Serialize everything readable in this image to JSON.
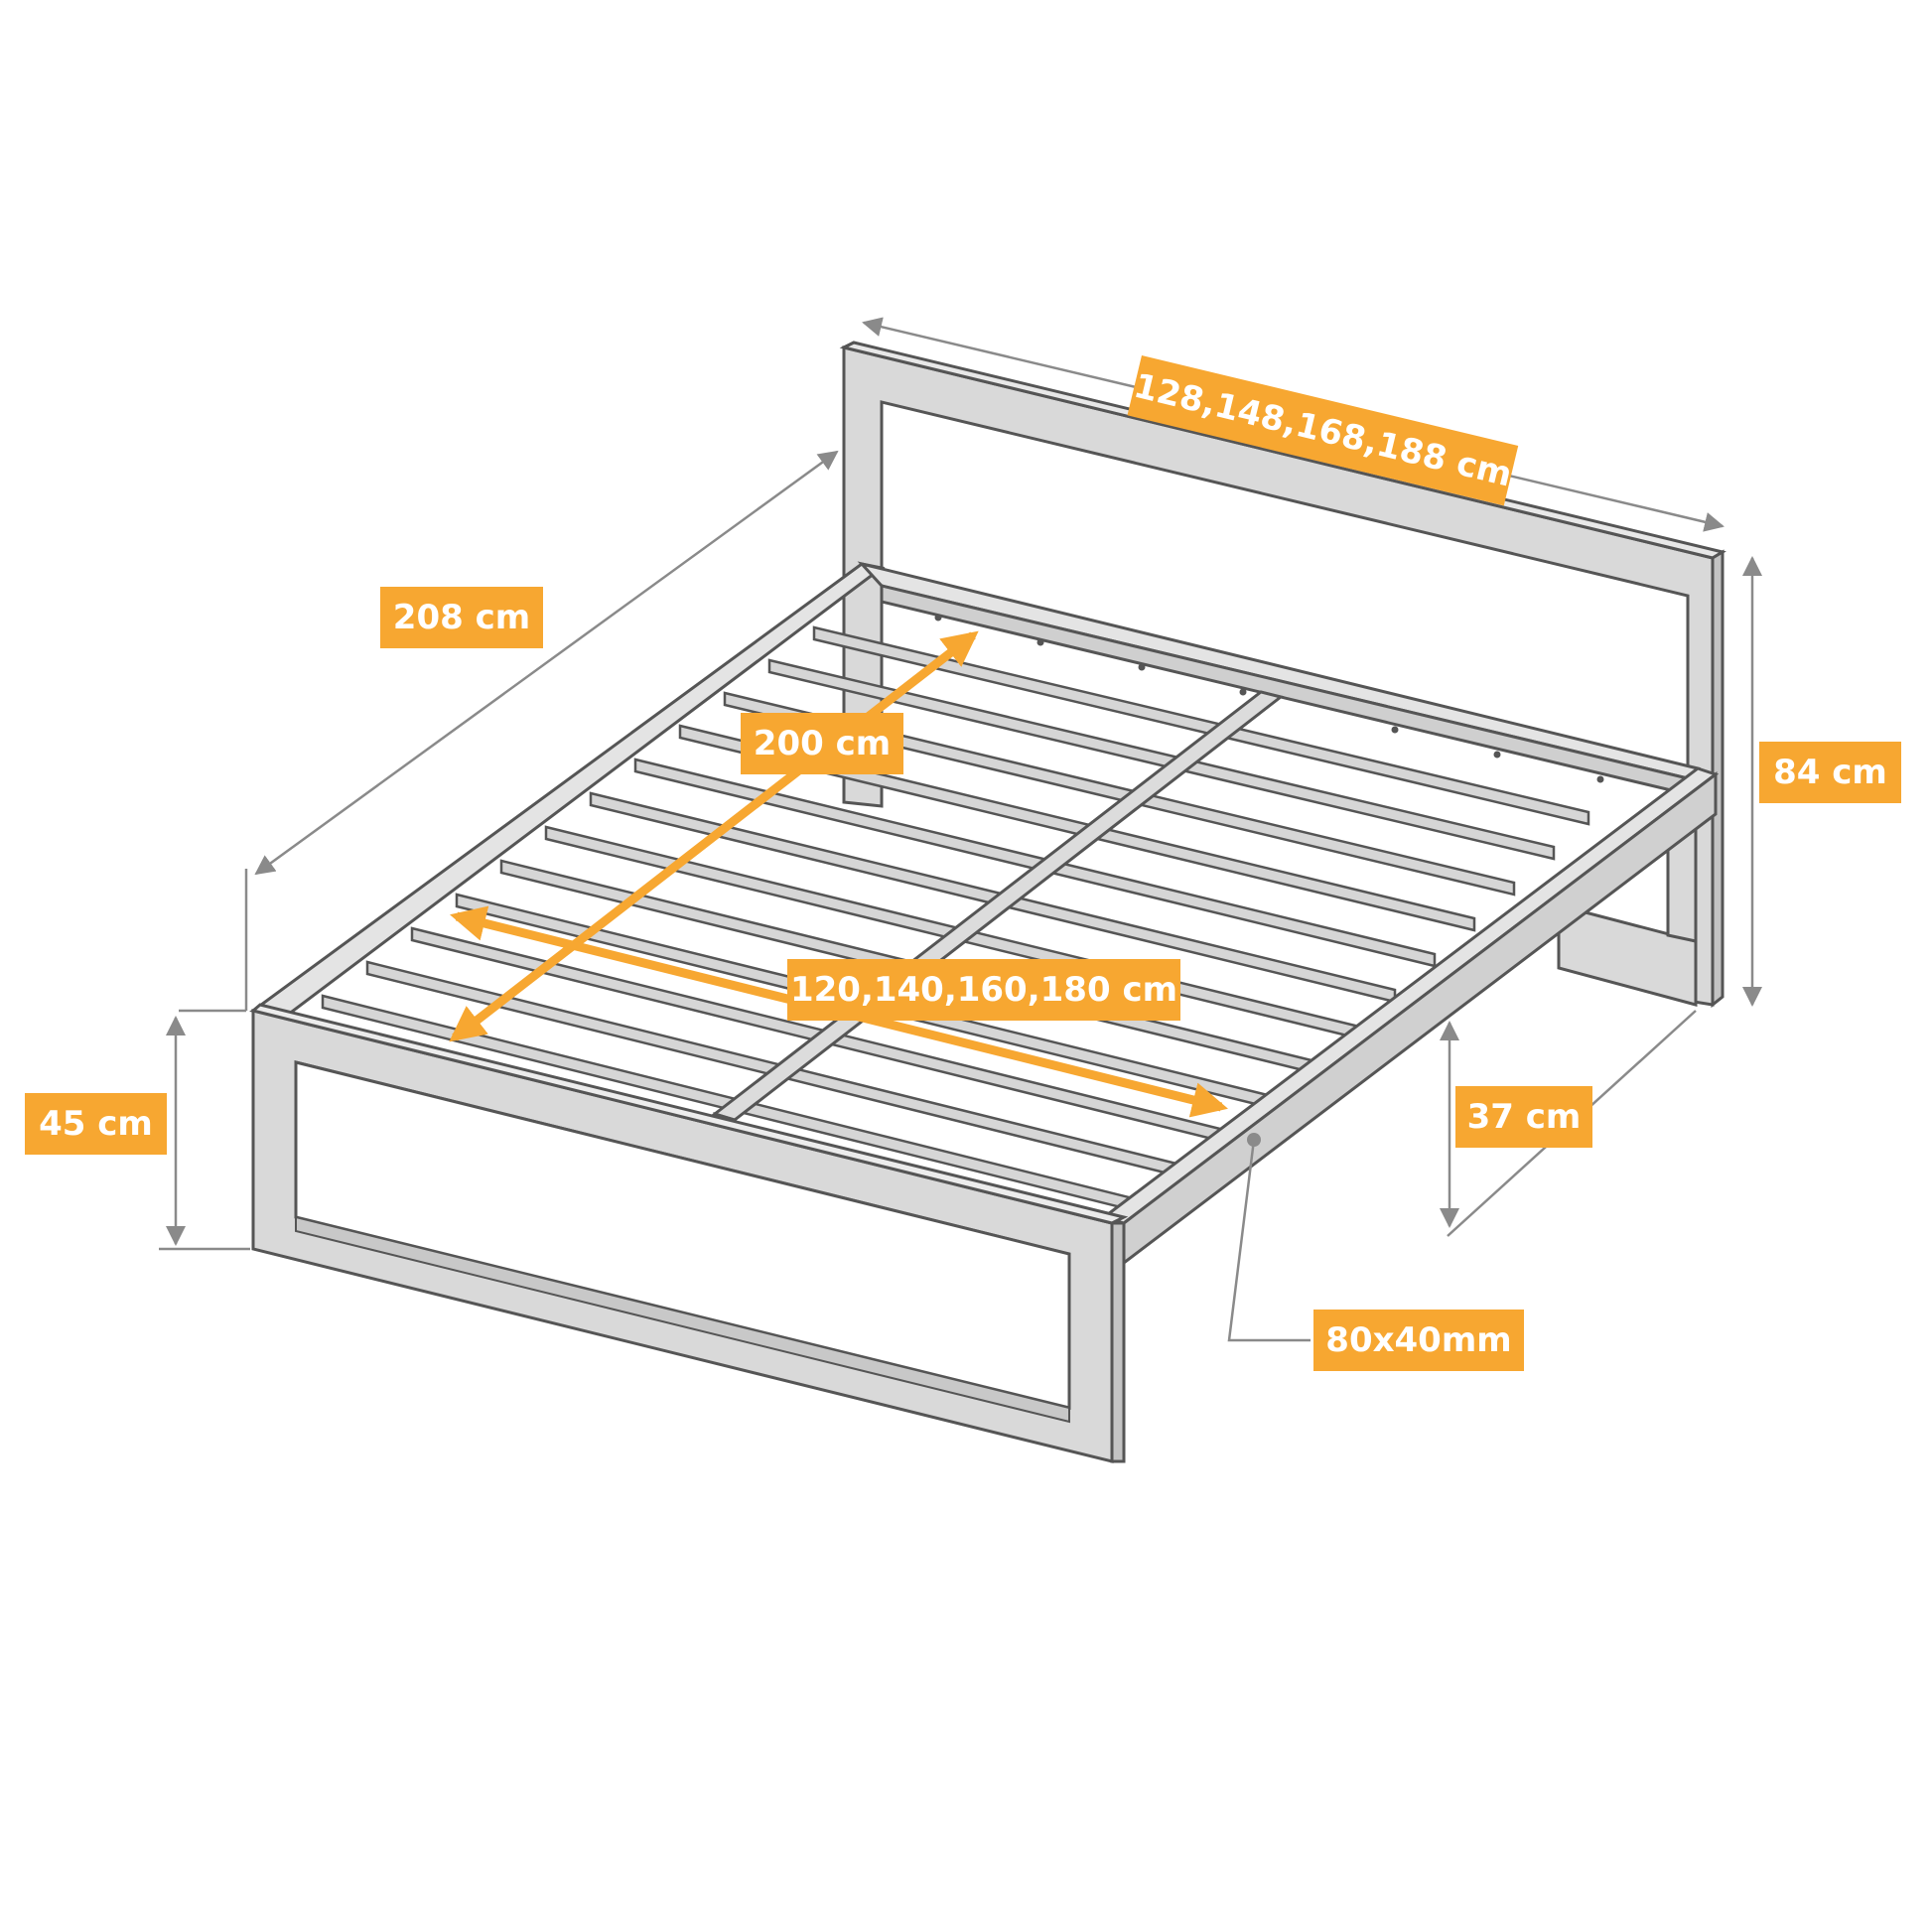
{
  "colors": {
    "label_bg": "#f7a731",
    "label_text": "#ffffff",
    "frame_fill": "#d9d9d9",
    "frame_stroke": "#555555",
    "dimension_line": "#8a8a8a",
    "accent_arrow": "#f7a731"
  },
  "labels": {
    "headboard_width": "128,148,168,188 cm",
    "total_length": "208 cm",
    "mattress_length": "200 cm",
    "headboard_height": "84 cm",
    "mattress_width": "120,140,160,180 cm",
    "frame_height": "45 cm",
    "leg_height": "37 cm",
    "profile_size": "80x40mm"
  }
}
